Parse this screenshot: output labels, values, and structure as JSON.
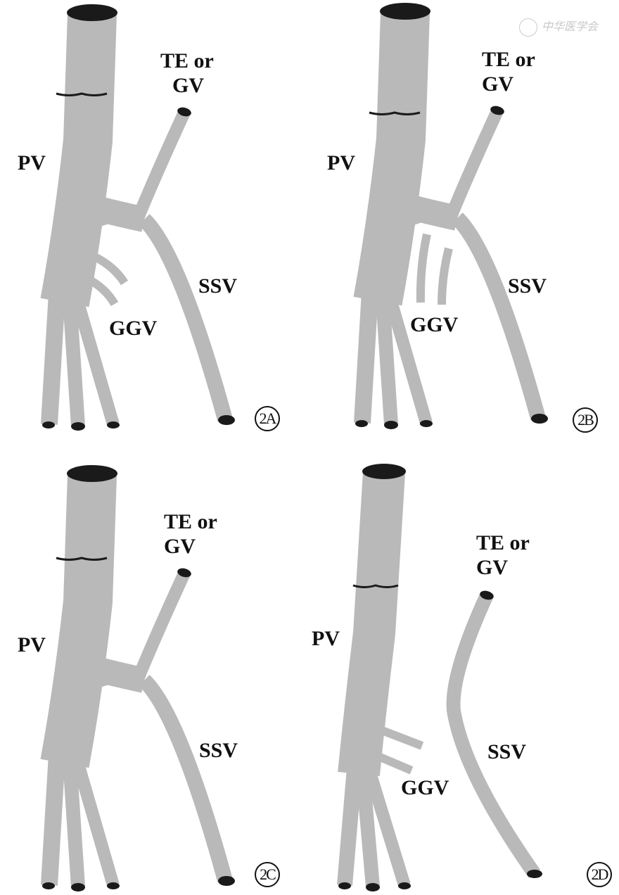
{
  "watermark": "中华医学会",
  "colors": {
    "vessel": "#b9b9b9",
    "vessel_edge": "#a8a8a8",
    "lumen": "#1a1a1a",
    "text": "#111111"
  },
  "panels": [
    {
      "id": "2A",
      "badge": "2A",
      "labels": {
        "te": "TE or",
        "gv": "GV",
        "pv": "PV",
        "ssv": "SSV",
        "ggv": "GGV"
      }
    },
    {
      "id": "2B",
      "badge": "2B",
      "labels": {
        "te": "TE or",
        "gv": "GV",
        "pv": "PV",
        "ssv": "SSV",
        "ggv": "GGV"
      }
    },
    {
      "id": "2C",
      "badge": "2C",
      "labels": {
        "te": "TE or",
        "gv": "GV",
        "pv": "PV",
        "ssv": "SSV"
      }
    },
    {
      "id": "2D",
      "badge": "2D",
      "labels": {
        "te": "TE or",
        "gv": "GV",
        "pv": "PV",
        "ssv": "SSV",
        "ggv": "GGV"
      }
    }
  ]
}
